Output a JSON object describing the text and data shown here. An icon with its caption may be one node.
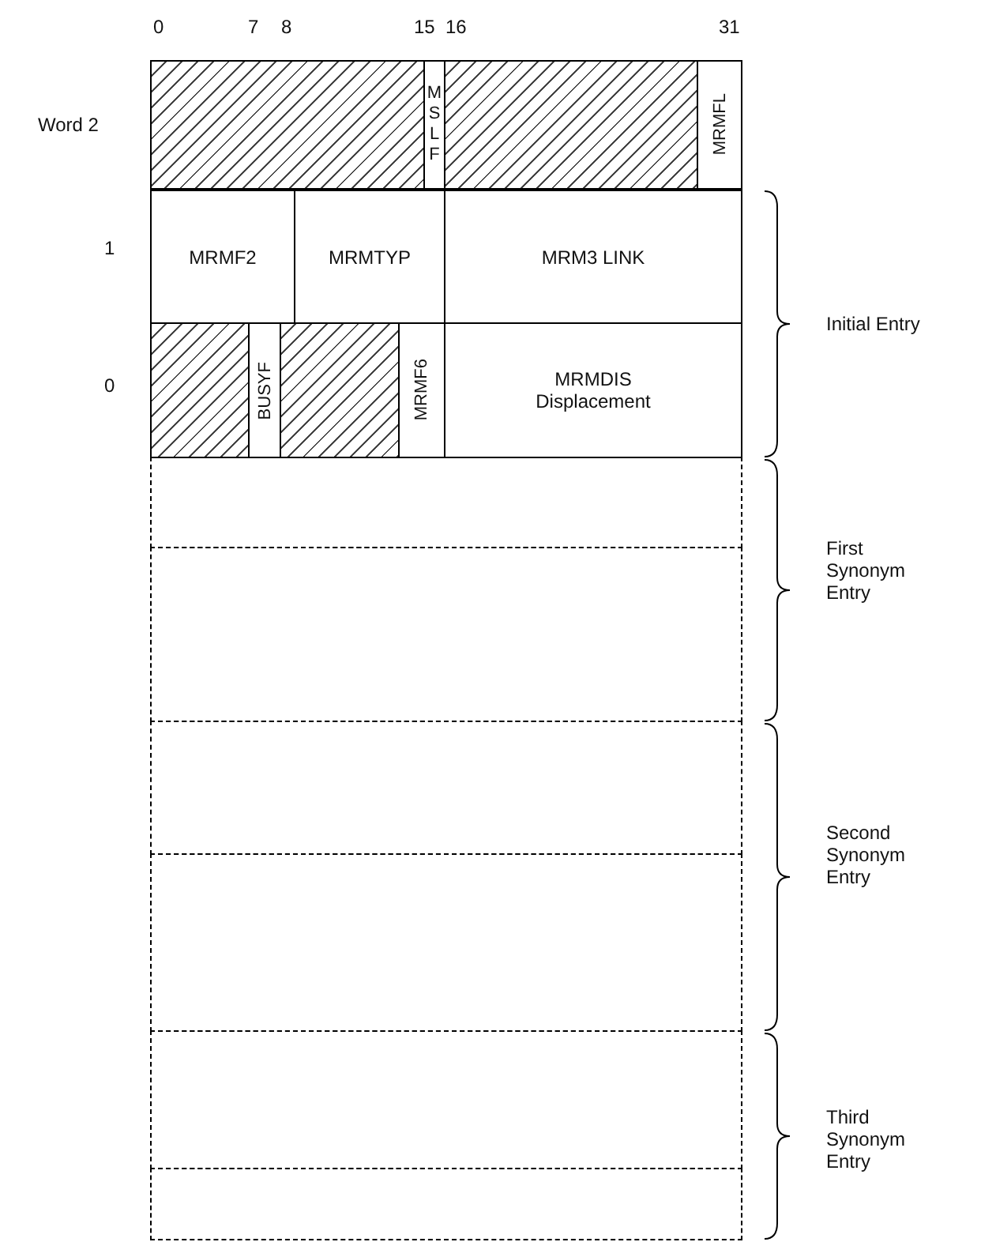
{
  "diagram": {
    "nodes": [
      {
        "text": [],
        "shape": "box"
      },
      {
        "text": [
          "MSLF"
        ]
      },
      {
        "text": [],
        "shape": "box"
      },
      {
        "text": [
          "MRMFL"
        ]
      },
      {
        "text": [
          "MRMF2"
        ]
      },
      {
        "text": [
          "MRMTYP"
        ]
      },
      {
        "text": [
          "MRM3 LINK"
        ]
      },
      {
        "text": [],
        "shape": "box"
      },
      {
        "text": [
          "BUSYF"
        ]
      },
      {
        "text": [],
        "shape": "box"
      },
      {
        "text": [
          "MRMF6"
        ]
      },
      {
        "text": [
          "MRMDIS",
          "Displacement"
        ]
      },
      {
        "text": [],
        "shape": "box"
      },
      {
        "text": [],
        "shape": "box"
      },
      {
        "text": [],
        "shape": "box"
      },
      {
        "text": [],
        "shape": "box"
      },
      {
        "text": [],
        "shape": "box"
      },
      {
        "text": [],
        "shape": "box"
      }
    ],
    "edges": [],
    "labels": [
      "0",
      "7",
      "8",
      "15",
      "16",
      "31",
      "Word 2",
      "1",
      "0",
      "Initial Entry",
      "First Synonym Entry",
      "Second Synonym Entry",
      "Third Synonym Entry"
    ]
  }
}
